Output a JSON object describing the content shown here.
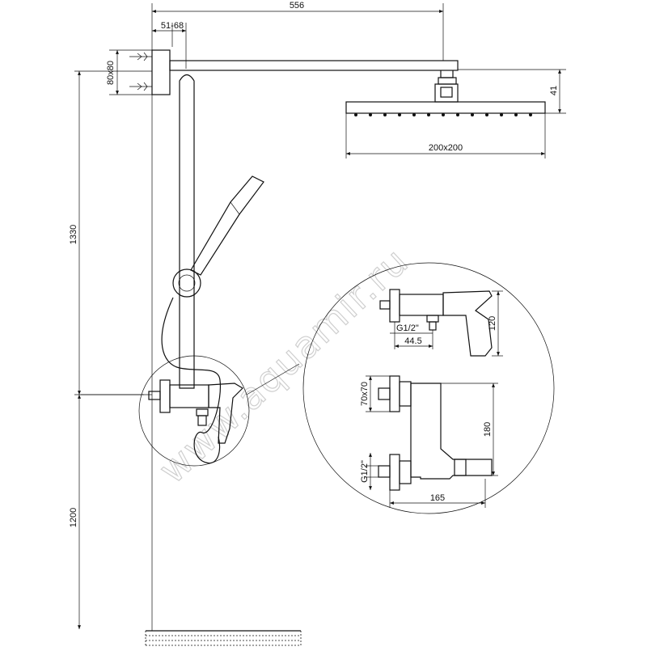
{
  "dimensions": {
    "arm_length": "556",
    "wall_offset": "51-68",
    "wall_plate": "80x80",
    "head_height": "41",
    "head_size": "200x200",
    "rail_height": "1330",
    "mixer_height": "1200",
    "detail_thread_top": "G1/2\"",
    "detail_spacing": "44.5",
    "detail_mixer_height": "120",
    "detail_plate": "70x70",
    "detail_depth": "180",
    "detail_thread_bottom": "G1/2\"",
    "detail_width": "165"
  },
  "watermark": "www.aquamir.ru"
}
